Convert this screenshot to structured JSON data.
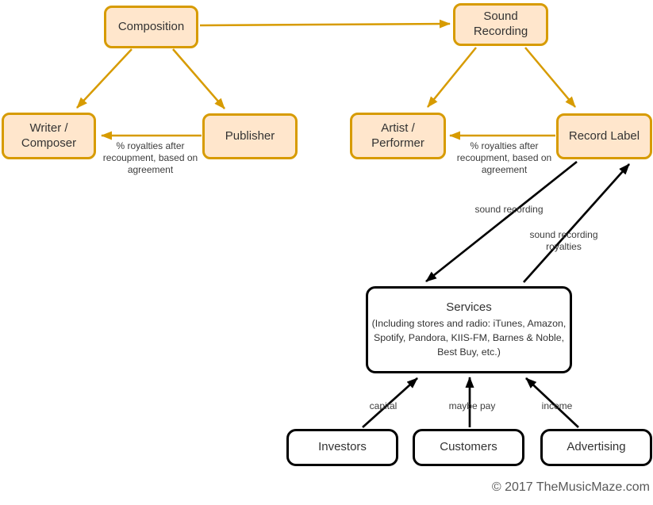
{
  "diagram": {
    "footer": "© 2017 TheMusicMaze.com",
    "colors": {
      "orange_stroke": "#D79B00",
      "orange_fill": "#FFE6CC",
      "black_stroke": "#000000",
      "node_text": "#333333",
      "footer_text": "#595959"
    },
    "nodes": {
      "composition": {
        "label": "Composition",
        "style": "orange"
      },
      "sound_recording": {
        "label": "Sound Recording",
        "style": "orange"
      },
      "writer_composer": {
        "label": "Writer / Composer",
        "style": "orange"
      },
      "publisher": {
        "label": "Publisher",
        "style": "orange"
      },
      "artist_performer": {
        "label": "Artist / Performer",
        "style": "orange"
      },
      "record_label": {
        "label": "Record Label",
        "style": "orange"
      },
      "services": {
        "label": "Services",
        "sublabel": "(Including stores and radio: iTunes, Amazon, Spotify, Pandora, KIIS-FM, Barnes & Noble, Best Buy, etc.)",
        "style": "black"
      },
      "investors": {
        "label": "Investors",
        "style": "black"
      },
      "customers": {
        "label": "Customers",
        "style": "black"
      },
      "advertising": {
        "label": "Advertising",
        "style": "black"
      }
    },
    "edges": {
      "composition_to_sound_recording": {
        "from": "Composition",
        "to": "Sound Recording",
        "label": "",
        "color": "orange"
      },
      "composition_to_writer_composer": {
        "from": "Composition",
        "to": "Writer / Composer",
        "label": "",
        "color": "orange"
      },
      "composition_to_publisher": {
        "from": "Composition",
        "to": "Publisher",
        "label": "",
        "color": "orange"
      },
      "publisher_to_writer_composer": {
        "from": "Publisher",
        "to": "Writer / Composer",
        "label": "% royalties after recoupment, based on agreement",
        "color": "orange"
      },
      "sound_recording_to_artist_performer": {
        "from": "Sound Recording",
        "to": "Artist / Performer",
        "label": "",
        "color": "orange"
      },
      "sound_recording_to_record_label": {
        "from": "Sound Recording",
        "to": "Record Label",
        "label": "",
        "color": "orange"
      },
      "record_label_to_artist_performer": {
        "from": "Record Label",
        "to": "Artist / Performer",
        "label": "% royalties after recoupment, based on agreement",
        "color": "orange"
      },
      "record_label_to_services": {
        "from": "Record Label",
        "to": "Services",
        "label": "sound recording",
        "color": "black"
      },
      "services_to_record_label": {
        "from": "Services",
        "to": "Record Label",
        "label": "sound recording royalties",
        "color": "black"
      },
      "investors_to_services": {
        "from": "Investors",
        "to": "Services",
        "label": "capital",
        "color": "black"
      },
      "customers_to_services": {
        "from": "Customers",
        "to": "Services",
        "label": "maybe pay",
        "color": "black"
      },
      "advertising_to_services": {
        "from": "Advertising",
        "to": "Services",
        "label": "income",
        "color": "black"
      }
    }
  }
}
